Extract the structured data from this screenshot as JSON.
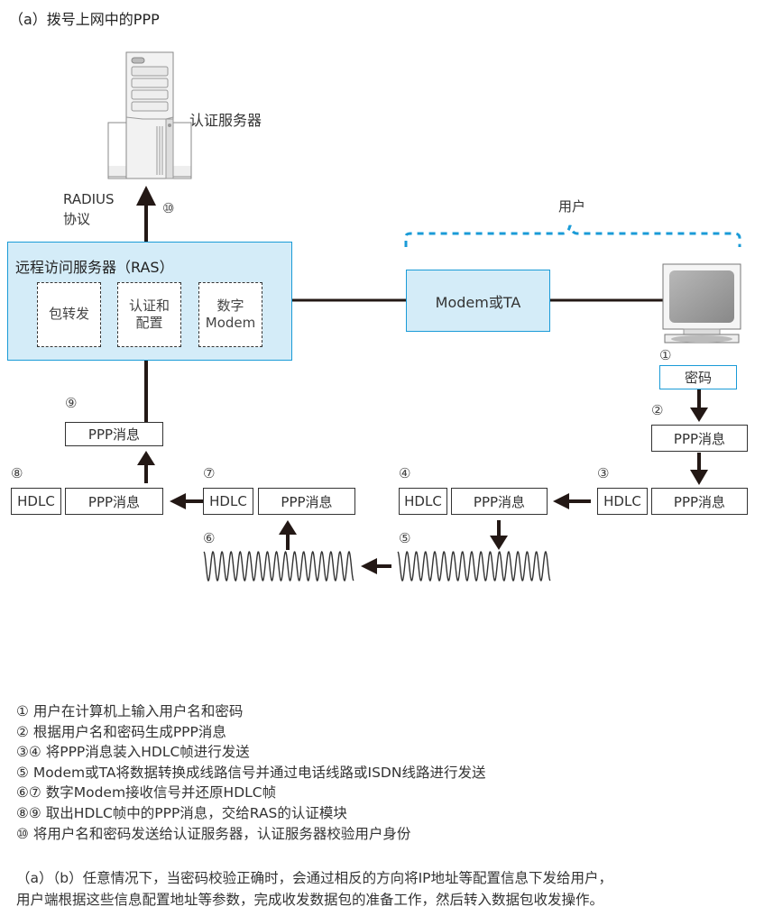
{
  "title": "（a）拨号上网中的PPP",
  "auth_server": {
    "label": "认证服务器",
    "icon": "server-tower-icon"
  },
  "radius": {
    "line1": "RADIUS",
    "line2": "协议",
    "step": "⑩"
  },
  "ras": {
    "title": "远程访问服务器（RAS）",
    "modules": [
      {
        "label": "包转发"
      },
      {
        "label_line1": "认证和",
        "label_line2": "配置"
      },
      {
        "label_line1": "数字",
        "label_line2": "Modem"
      }
    ]
  },
  "user_group": {
    "label": "用户"
  },
  "modem": {
    "label": "Modem或TA"
  },
  "computer": {
    "icon": "computer-monitor-icon"
  },
  "password": {
    "step": "①",
    "label": "密码"
  },
  "steps": {
    "s2": {
      "step": "②",
      "ppp": "PPP消息"
    },
    "s3": {
      "step": "③",
      "hdlc": "HDLC",
      "ppp": "PPP消息"
    },
    "s4": {
      "step": "④",
      "hdlc": "HDLC",
      "ppp": "PPP消息"
    },
    "s5": {
      "step": "⑤",
      "icon": "signal-wave-icon"
    },
    "s6": {
      "step": "⑥",
      "icon": "signal-wave-icon"
    },
    "s7": {
      "step": "⑦",
      "hdlc": "HDLC",
      "ppp": "PPP消息"
    },
    "s8": {
      "step": "⑧",
      "hdlc": "HDLC",
      "ppp": "PPP消息"
    },
    "s9": {
      "step": "⑨",
      "ppp": "PPP消息"
    }
  },
  "legend": [
    "① 用户在计算机上输入用户名和密码",
    "② 根据用户名和密码生成PPP消息",
    "③④ 将PPP消息装入HDLC帧进行发送",
    "⑤ Modem或TA将数据转换成线路信号并通过电话线路或ISDN线路进行发送",
    "⑥⑦ 数字Modem接收信号并还原HDLC帧",
    "⑧⑨ 取出HDLC帧中的PPP消息，交给RAS的认证模块",
    "⑩ 将用户名和密码发送给认证服务器，认证服务器校验用户身份"
  ],
  "note": {
    "line1": "（a）（b）任意情况下，当密码校验正确时，会通过相反的方向将IP地址等配置信息下发给用户，",
    "line2": "用户端根据这些信息配置地址等参数，完成收发数据包的准备工作，然后转入数据包收发操作。"
  },
  "colors": {
    "accent_blue": "#1a9bd7",
    "box_fill": "#d4ecf8",
    "arrow": "#231815"
  }
}
